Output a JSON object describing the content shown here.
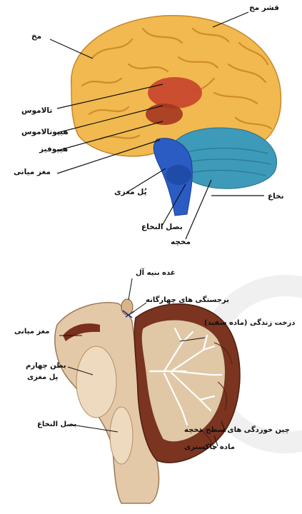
{
  "top_diagram": {
    "labels": {
      "cortex": "قشر مخ",
      "cerebrum": "مخ",
      "thalamus": "تالاموس",
      "hypothalamus": "هیپوتالاموس",
      "pituitary": "هیپوفیز",
      "midbrain": "مغز میانی",
      "pons": "پُل مغزی",
      "spinal_cord": "نخاع",
      "medulla": "بصل النخاع",
      "cerebellum": "مخچه"
    }
  },
  "bottom_diagram": {
    "labels": {
      "pineal": "غده بنیه آل",
      "quadrigemina": "برجستگی های چهارگانه",
      "arbor_vitae": "درخت زندگی (ماده سفید)",
      "midbrain": "مغز میانی",
      "fourth_ventricle": "بطن چهارم",
      "pons": "پل مغزی",
      "medulla": "بصل النخاع",
      "folds": "چین خوردگی های سطح مخچه",
      "gray_matter": "ماده خاکستری"
    }
  },
  "colors": {
    "cerebrum": "#f1b94f",
    "cortex_fold": "#d89431",
    "thalamus": "#c8432e",
    "brainstem": "#2a5cc4",
    "cerebellum": "#3d9ab8",
    "section_bg": "#e4c9a9",
    "cerebellum_section": "#7a3420"
  }
}
